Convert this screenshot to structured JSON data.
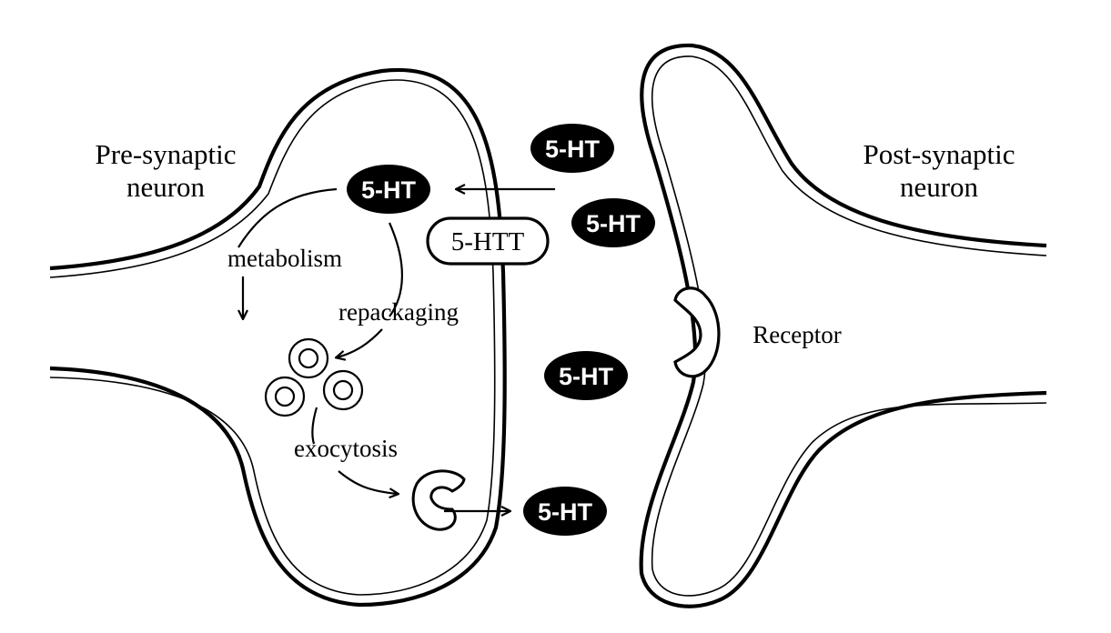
{
  "colors": {
    "ink": "#000000",
    "paper": "#ffffff"
  },
  "labels": {
    "pre_line1": "Pre-synaptic",
    "pre_line2": "neuron",
    "post_line1": "Post-synaptic",
    "post_line2": "neuron",
    "metabolism": "metabolism",
    "repackaging": "repackaging",
    "exocytosis": "exocytosis",
    "receptor": "Receptor",
    "transporter": "5-HTT"
  },
  "molecules": [
    "5-HT",
    "5-HT",
    "5-HT",
    "5-HT",
    "5-HT"
  ]
}
